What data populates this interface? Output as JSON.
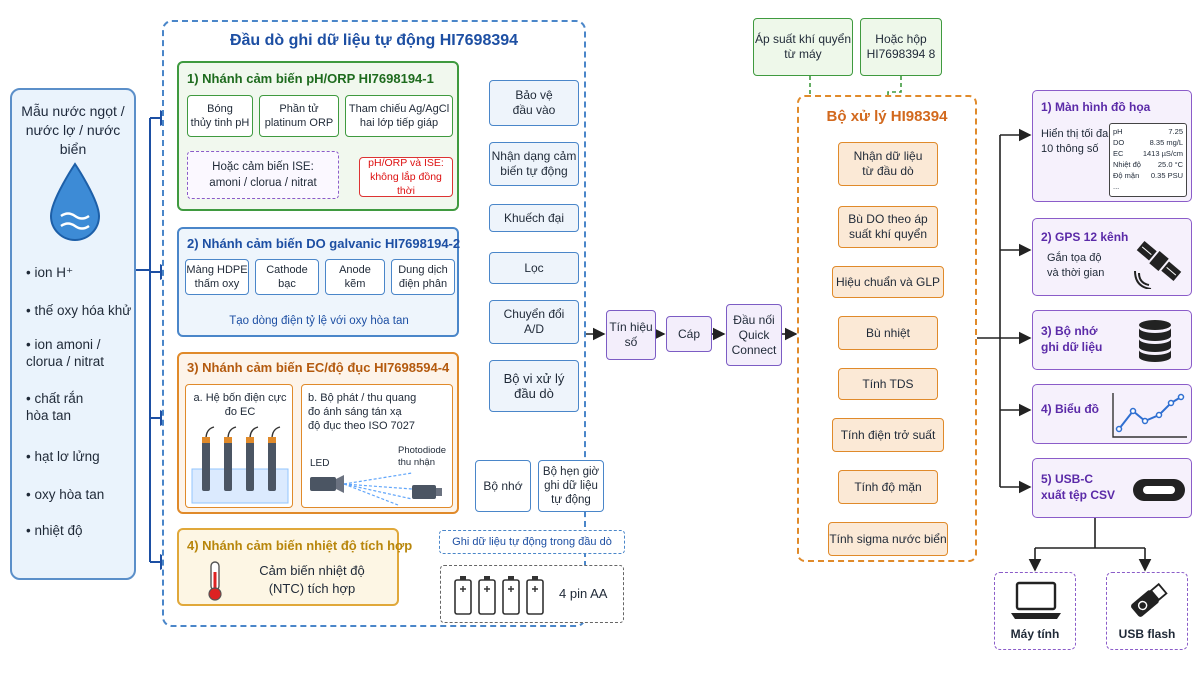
{
  "sample": {
    "title": "Mẫu nước ngọt /\nnước lợ / nước biển",
    "items": [
      "ion H⁺",
      "thế oxy hóa khử",
      "ion amoni /\nclorua / nitrat",
      "chất rắn\nhòa tan",
      "hạt lơ lửng",
      "oxy hòa tan",
      "nhiệt độ"
    ],
    "icon": "water-drop-icon"
  },
  "probe": {
    "title": "Đầu dò ghi dữ liệu tự động HI7698394",
    "branch1": {
      "title": "1) Nhánh cảm biến pH/ORP HI7698194-1",
      "chips": [
        "Bóng\nthủy tinh pH",
        "Phần tử\nplatinum ORP",
        "Tham chiếu Ag/AgCl\nhai lớp tiếp giáp"
      ],
      "ise": "Hoặc cảm biến ISE:\namoni / clorua / nitrat",
      "warning": "pH/ORP và ISE:\nkhông lắp đồng thời"
    },
    "branch2": {
      "title": "2) Nhánh cảm biến DO galvanic HI7698194-2",
      "chips": [
        "Màng HDPE\nthấm oxy",
        "Cathode\nbạc",
        "Anode\nkẽm",
        "Dung dịch\nđiện phân"
      ],
      "note": "Tạo dòng điện tỷ lệ với oxy hòa tan"
    },
    "branch3": {
      "title": "3) Nhánh cảm biến EC/độ đục HI7698594-4",
      "a": "a. Hệ bốn điện cực\nđo EC",
      "b": "b. Bộ phát / thu quang\nđo ánh sáng tán xạ\nđộ đục theo ISO 7027",
      "led": "LED",
      "photodiode": "Photodiode\nthu nhận"
    },
    "branch4": {
      "title": "4) Nhánh cảm biến nhiệt độ tích hợp",
      "text": "Cảm biến nhiệt độ\n(NTC) tích hợp",
      "icon": "thermometer-icon"
    },
    "process": [
      "Bảo vệ\nđầu vào",
      "Nhận dạng cảm\nbiến tự động",
      "Khuếch đại",
      "Lọc",
      "Chuyển đổi\nA/D",
      "Bộ vi xử lý\nđầu dò"
    ],
    "memory": "Bộ nhớ",
    "timer": "Bộ hẹn giờ\nghi dữ liệu\ntự động",
    "log_title": "Ghi dữ liệu tự động trong đầu dò",
    "battery": "4 pin AA"
  },
  "link": {
    "signal": "Tín hiệu\nsố",
    "cable": "Cáp",
    "connector": "Đầu nối\nQuick\nConnect"
  },
  "pressure": {
    "atm": "Áp suất khí quyển\ntừ máy",
    "box": "Hoặc hộp\nHI7698394 8"
  },
  "processor": {
    "title": "Bộ xử lý HI98394",
    "steps": [
      "Nhận dữ liệu\ntừ đầu dò",
      "Bù DO theo áp\nsuất khí quyển",
      "Hiệu chuẩn và GLP",
      "Bù nhiệt",
      "Tính TDS",
      "Tính điện trở suất",
      "Tính độ mặn",
      "Tính sigma nước biển"
    ]
  },
  "outputs": {
    "display": {
      "title": "1) Màn hình đồ họa",
      "text": "Hiển thị tối đa\n10 thông số",
      "rows": [
        {
          "k": "pH",
          "v": "7.25"
        },
        {
          "k": "DO",
          "v": "8.35 mg/L"
        },
        {
          "k": "EC",
          "v": "1413 µS/cm"
        },
        {
          "k": "Nhiệt độ",
          "v": "25.0 °C"
        },
        {
          "k": "Độ mặn",
          "v": "0.35 PSU"
        }
      ],
      "more": "..."
    },
    "gps": {
      "title": "2) GPS 12 kênh",
      "text": "Gắn tọa độ\nvà thời gian",
      "icon": "satellite-icon"
    },
    "memory": {
      "title": "3) Bộ nhớ\nghi dữ liệu",
      "icon": "database-icon"
    },
    "graph": {
      "title": "4) Biểu đồ",
      "icon": "line-graph-icon"
    },
    "usb": {
      "title": "5) USB-C\nxuất tệp CSV",
      "icon": "usb-c-port-icon"
    }
  },
  "devices": {
    "computer": "Máy tính",
    "flash": "USB flash"
  },
  "colors": {
    "blue": "#4a86c9",
    "green": "#3f9a3f",
    "orange": "#e08a2a",
    "purple": "#8b5cc9",
    "red": "#d11111"
  }
}
